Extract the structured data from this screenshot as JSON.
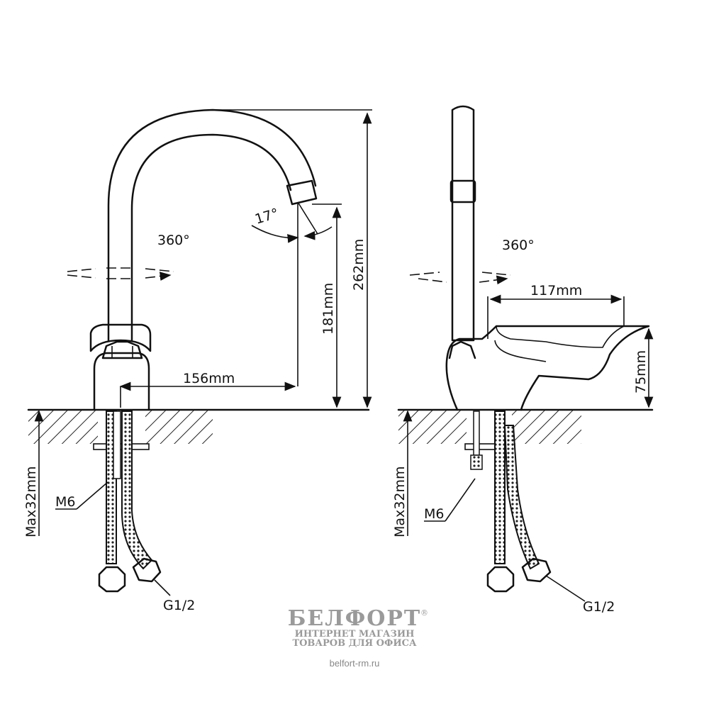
{
  "left_view": {
    "rotation": "360°",
    "angle": "17°",
    "height_total": "262mm",
    "height_spout": "181mm",
    "reach": "156mm",
    "max_thickness": "Max32mm",
    "stud": "M6",
    "thread": "G1/2"
  },
  "right_view": {
    "rotation": "360°",
    "handle_length": "117mm",
    "handle_height": "75mm",
    "max_thickness": "Max32mm",
    "stud": "M6",
    "thread": "G1/2"
  },
  "watermark": {
    "brand": "БЕЛФОРТ",
    "registered": "®",
    "line1": "ИНТЕРНЕТ МАГАЗИН",
    "line2": "ТОВАРОВ ДЛЯ ОФИСА",
    "url": "belfort-rm.ru"
  }
}
